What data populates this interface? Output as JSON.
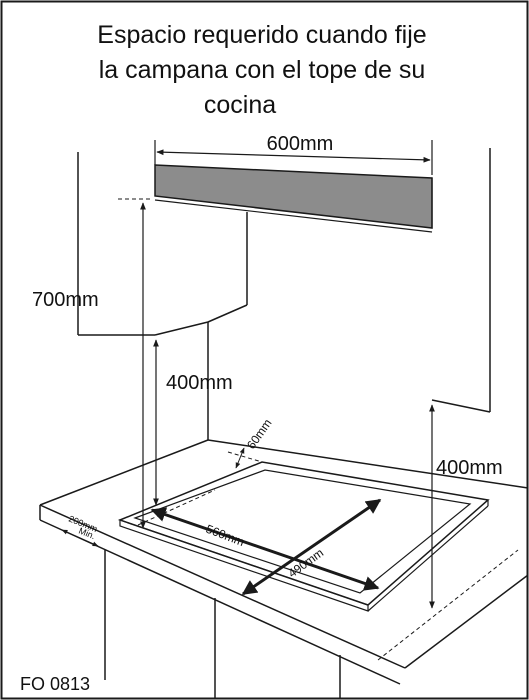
{
  "title": {
    "line1": "Espacio requerido cuando fije",
    "line2": "la campana con el tope de su",
    "line3": "cocina"
  },
  "dimensions": {
    "hood_width": "600mm",
    "hood_height_from_cooktop": "700mm",
    "cabinet_clearance_left": "400mm",
    "wall_clearance_right": "400mm",
    "back_clearance": "60mm",
    "front_clearance": "200mm",
    "front_clearance_qualifier": "Min.",
    "cooktop_width": "560mm",
    "cooktop_depth": "490mm"
  },
  "figure_code": "FO 0813",
  "colors": {
    "line": "#1a1a1a",
    "hood_fill": "#8c8c8c",
    "background": "#ffffff"
  }
}
